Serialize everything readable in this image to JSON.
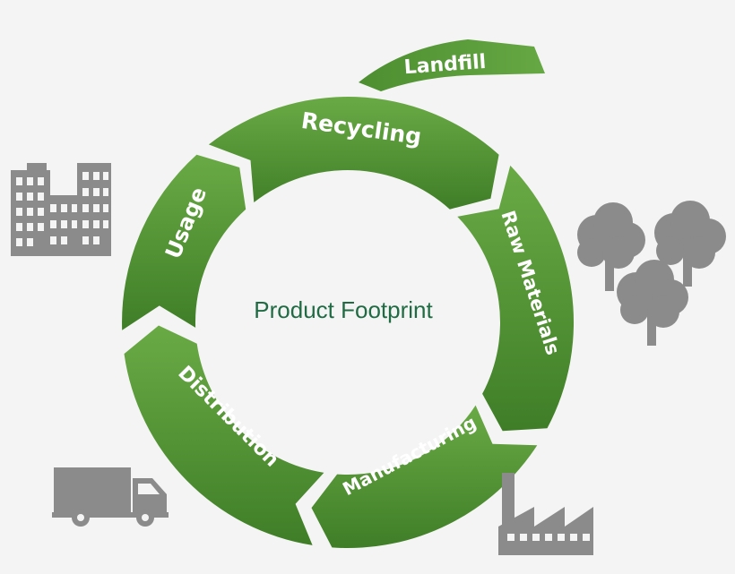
{
  "center_label": "Product Footprint",
  "stages": {
    "recycling": "Recycling",
    "raw_materials": "Raw Materials",
    "manufacturing": "Manufacturing",
    "distribution": "Distribution",
    "usage": "Usage",
    "landfill": "Landfill"
  },
  "icons": {
    "buildings": "office-buildings-icon",
    "trees": "trees-icon",
    "truck": "truck-icon",
    "factory": "factory-icon"
  },
  "colors": {
    "segment_green": "#5a9e3a",
    "segment_green_dark": "#3f7e27",
    "center_text": "#1f6b43",
    "icon_gray": "#8b8b8b"
  }
}
